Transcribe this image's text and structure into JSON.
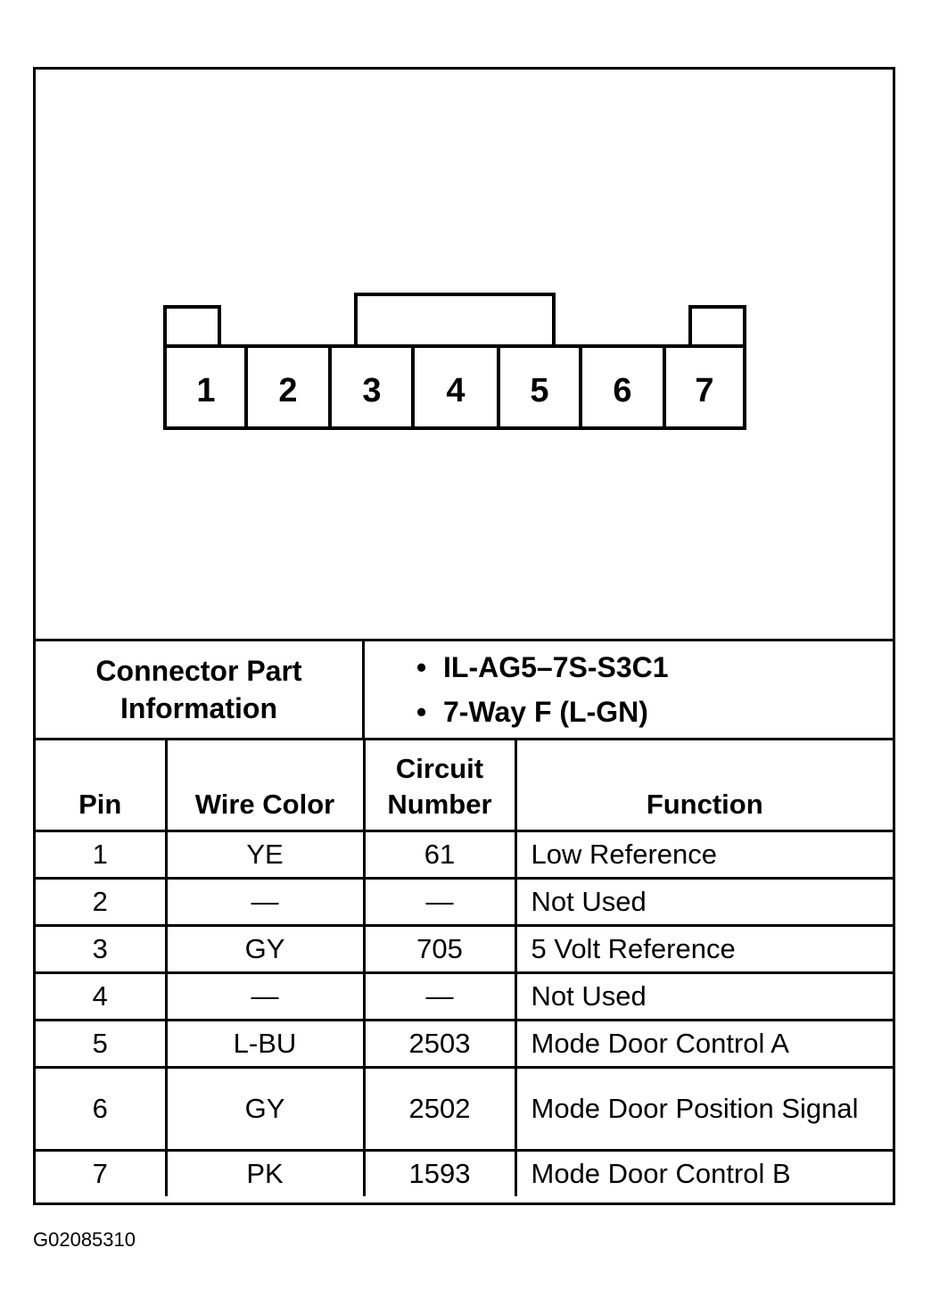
{
  "connector": {
    "pins": [
      "1",
      "2",
      "3",
      "4",
      "5",
      "6",
      "7"
    ]
  },
  "part_info": {
    "label": "Connector Part Information",
    "values": [
      "IL-AG5–7S-S3C1",
      "7-Way F (L-GN)"
    ]
  },
  "table": {
    "headers": {
      "pin": "Pin",
      "wire_color": "Wire Color",
      "circuit_number": "Circuit Number",
      "function": "Function"
    },
    "rows": [
      {
        "pin": "1",
        "color": "YE",
        "circuit": "61",
        "function": "Low Reference"
      },
      {
        "pin": "2",
        "color": "—",
        "circuit": "—",
        "function": "Not Used"
      },
      {
        "pin": "3",
        "color": "GY",
        "circuit": "705",
        "function": "5 Volt Reference"
      },
      {
        "pin": "4",
        "color": "—",
        "circuit": "—",
        "function": "Not Used"
      },
      {
        "pin": "5",
        "color": "L-BU",
        "circuit": "2503",
        "function": "Mode Door Control A"
      },
      {
        "pin": "6",
        "color": "GY",
        "circuit": "2502",
        "function": "Mode Door Position Signal"
      },
      {
        "pin": "7",
        "color": "PK",
        "circuit": "1593",
        "function": "Mode Door Control B"
      }
    ]
  },
  "figure_id": "G02085310"
}
